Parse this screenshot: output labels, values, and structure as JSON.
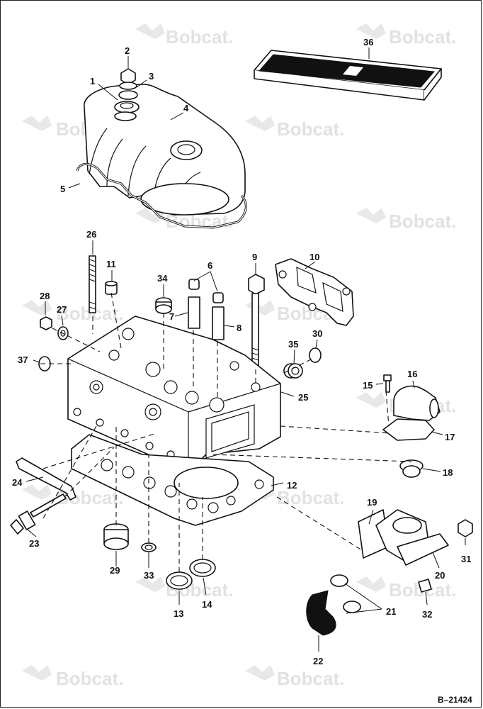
{
  "watermark": "Bobcat.",
  "reference": "B–21424",
  "callouts": [
    "1",
    "2",
    "3",
    "4",
    "5",
    "6",
    "7",
    "8",
    "9",
    "10",
    "11",
    "12",
    "13",
    "14",
    "15",
    "16",
    "17",
    "18",
    "19",
    "20",
    "21",
    "22",
    "23",
    "24",
    "25",
    "26",
    "27",
    "28",
    "29",
    "30",
    "31",
    "32",
    "33",
    "34",
    "35",
    "36",
    "37"
  ]
}
